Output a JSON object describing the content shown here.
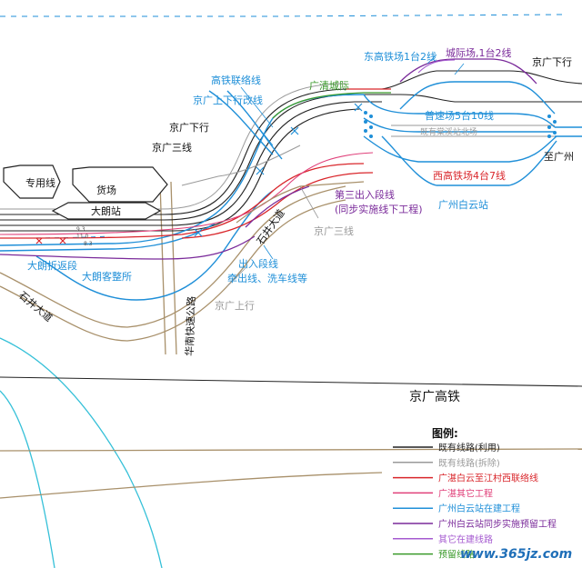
{
  "labels": {
    "jingguang_down_top": "京广下行",
    "east_hsr": "东高铁场1台2线",
    "intercity": "城际场,1台2线",
    "hsr_link": "高铁联络线",
    "guangqing": "广清城际",
    "jingguang_updown_reroute": "京广上下行改线",
    "jingguang_down": "京广下行",
    "jingguang_third": "京广三线",
    "special_line": "专用线",
    "freight_yard": "货场",
    "dalang_station": "大朗站",
    "regular_speed": "普速场5台10线",
    "tangxi_north": "既有棠溪站北场",
    "west_hsr": "西高铁场4台7线",
    "to_guangzhou": "至广州",
    "baiyun_station": "广州白云站",
    "third_depot_1": "第三出入段线",
    "third_depot_2": "(同步实施线下工程)",
    "jingguang_third_2": "京广三线",
    "shijing_ave_1": "石井大道",
    "dalang_turnback": "大朗折返段",
    "dalang_servicing": "大朗客整所",
    "depot_line": "出入段线",
    "shunting_wash": "牵出线、洗车线等",
    "jingguang_up": "京广上行",
    "shijing_ave_2": "石井大道",
    "huanan_expressway": "华南快速公路",
    "jingguang_hsr": "京广高铁",
    "num_1": "9.3",
    "num_2": "11.0",
    "num_3": "8.3",
    "watermark": "www.365jz.com"
  },
  "legend": {
    "title": "图例:",
    "items": [
      {
        "label": "既有线路(利用)",
        "color": "#222222"
      },
      {
        "label": "既有线路(拆除)",
        "color": "#9a9a9a"
      },
      {
        "label": "广湛白云至江村西联络线",
        "color": "#d9262b"
      },
      {
        "label": "广湛其它工程",
        "color": "#e0407a"
      },
      {
        "label": "广州白云站在建工程",
        "color": "#1f8fd8"
      },
      {
        "label": "广州白云站同步实施预留工程",
        "color": "#7a2a9a"
      },
      {
        "label": "其它在建线路",
        "color": "#a55ad0"
      },
      {
        "label": "预留线路",
        "color": "#3a9a2a"
      }
    ]
  },
  "colors": {
    "existing": "#222222",
    "removed": "#9a9a9a",
    "red": "#d9262b",
    "pink": "#e0407a",
    "blue": "#1f8fd8",
    "purple": "#7a2a9a",
    "violet": "#a55ad0",
    "green": "#3a9a2a",
    "tan": "#a8906a",
    "cyan": "#35c0d8"
  }
}
